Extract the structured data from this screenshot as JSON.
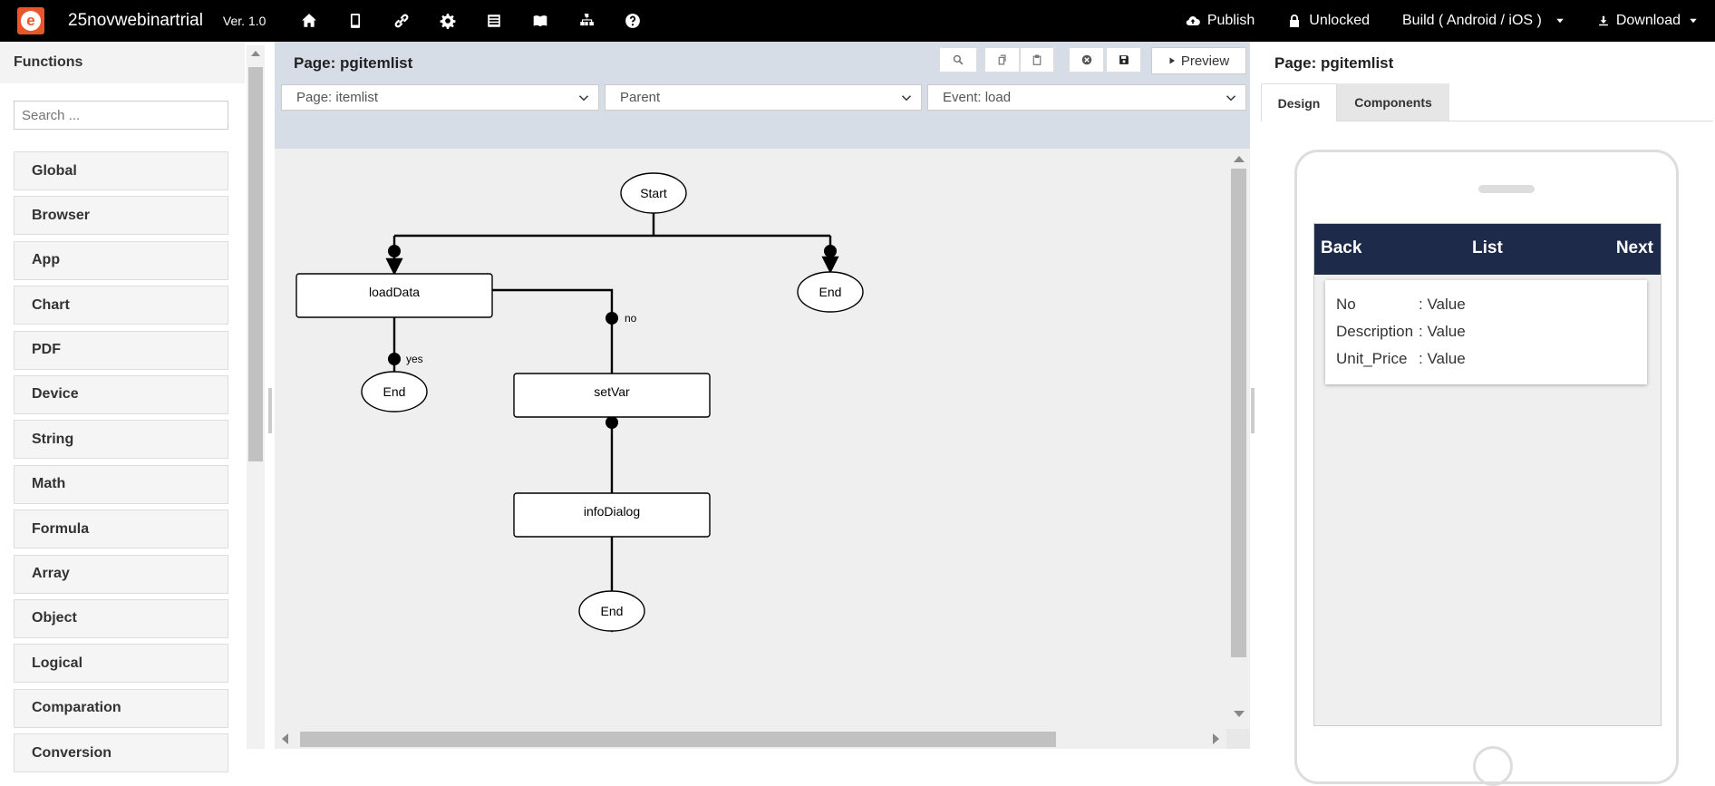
{
  "topbar": {
    "app_name": "25novwebinartrial",
    "version": "Ver. 1.0",
    "logo_letter": "e",
    "icons": [
      "home-icon",
      "mobile-icon",
      "link-icon",
      "gear-icon",
      "list-icon",
      "book-icon",
      "sitemap-icon",
      "help-icon"
    ],
    "publish": "Publish",
    "unlocked": "Unlocked",
    "build": "Build ( Android / iOS )",
    "download": "Download"
  },
  "left": {
    "title": "Functions",
    "search_placeholder": "Search ...",
    "items": [
      "Global",
      "Browser",
      "App",
      "Chart",
      "PDF",
      "Device",
      "String",
      "Math",
      "Formula",
      "Array",
      "Object",
      "Logical",
      "Comparation",
      "Conversion"
    ]
  },
  "center": {
    "title": "Page: pgitemlist",
    "preview": "Preview",
    "selects": {
      "page": "Page: itemlist",
      "parent": "Parent",
      "event": "Event: load"
    },
    "flow": {
      "start": "Start",
      "load": "loadData",
      "set": "setVar",
      "info": "infoDialog",
      "end": "End",
      "yes": "yes",
      "no": "no"
    }
  },
  "right": {
    "title": "Page: pgitemlist",
    "tabs": [
      "Design",
      "Components"
    ],
    "nav": {
      "back": "Back",
      "title": "List",
      "next": "Next"
    },
    "rows": [
      {
        "label": "No",
        "value": ": Value"
      },
      {
        "label": "Description",
        "value": ": Value"
      },
      {
        "label": "Unit_Price",
        "value": ": Value"
      }
    ]
  },
  "colors": {
    "topbar": "#000000",
    "nav": "#1e2a4a",
    "logo": "#e8562a"
  }
}
